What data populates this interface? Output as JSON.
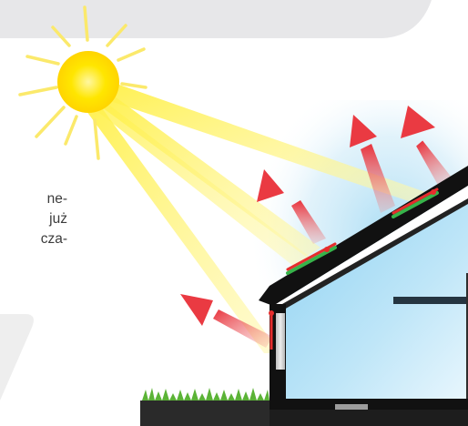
{
  "text_fragments": [
    "ne-",
    "już",
    "cza-"
  ],
  "colors": {
    "header_band": "#e7e7e9",
    "left_panel": "#eeeeee",
    "sun_core": "#ffe600",
    "sun_ray": "#fbe96b",
    "beam": "#fff27a",
    "arrow": "#e8323c",
    "panel_red": "#e52d2d",
    "panel_green": "#37b34a",
    "wall": "#1a1a1a",
    "glass": "#9fd7f2",
    "grass": "#5bb336",
    "ceiling_beam": "#253541"
  },
  "icons": [
    "sun-icon",
    "up-arrow-icon",
    "house-icon",
    "grass-icon"
  ]
}
